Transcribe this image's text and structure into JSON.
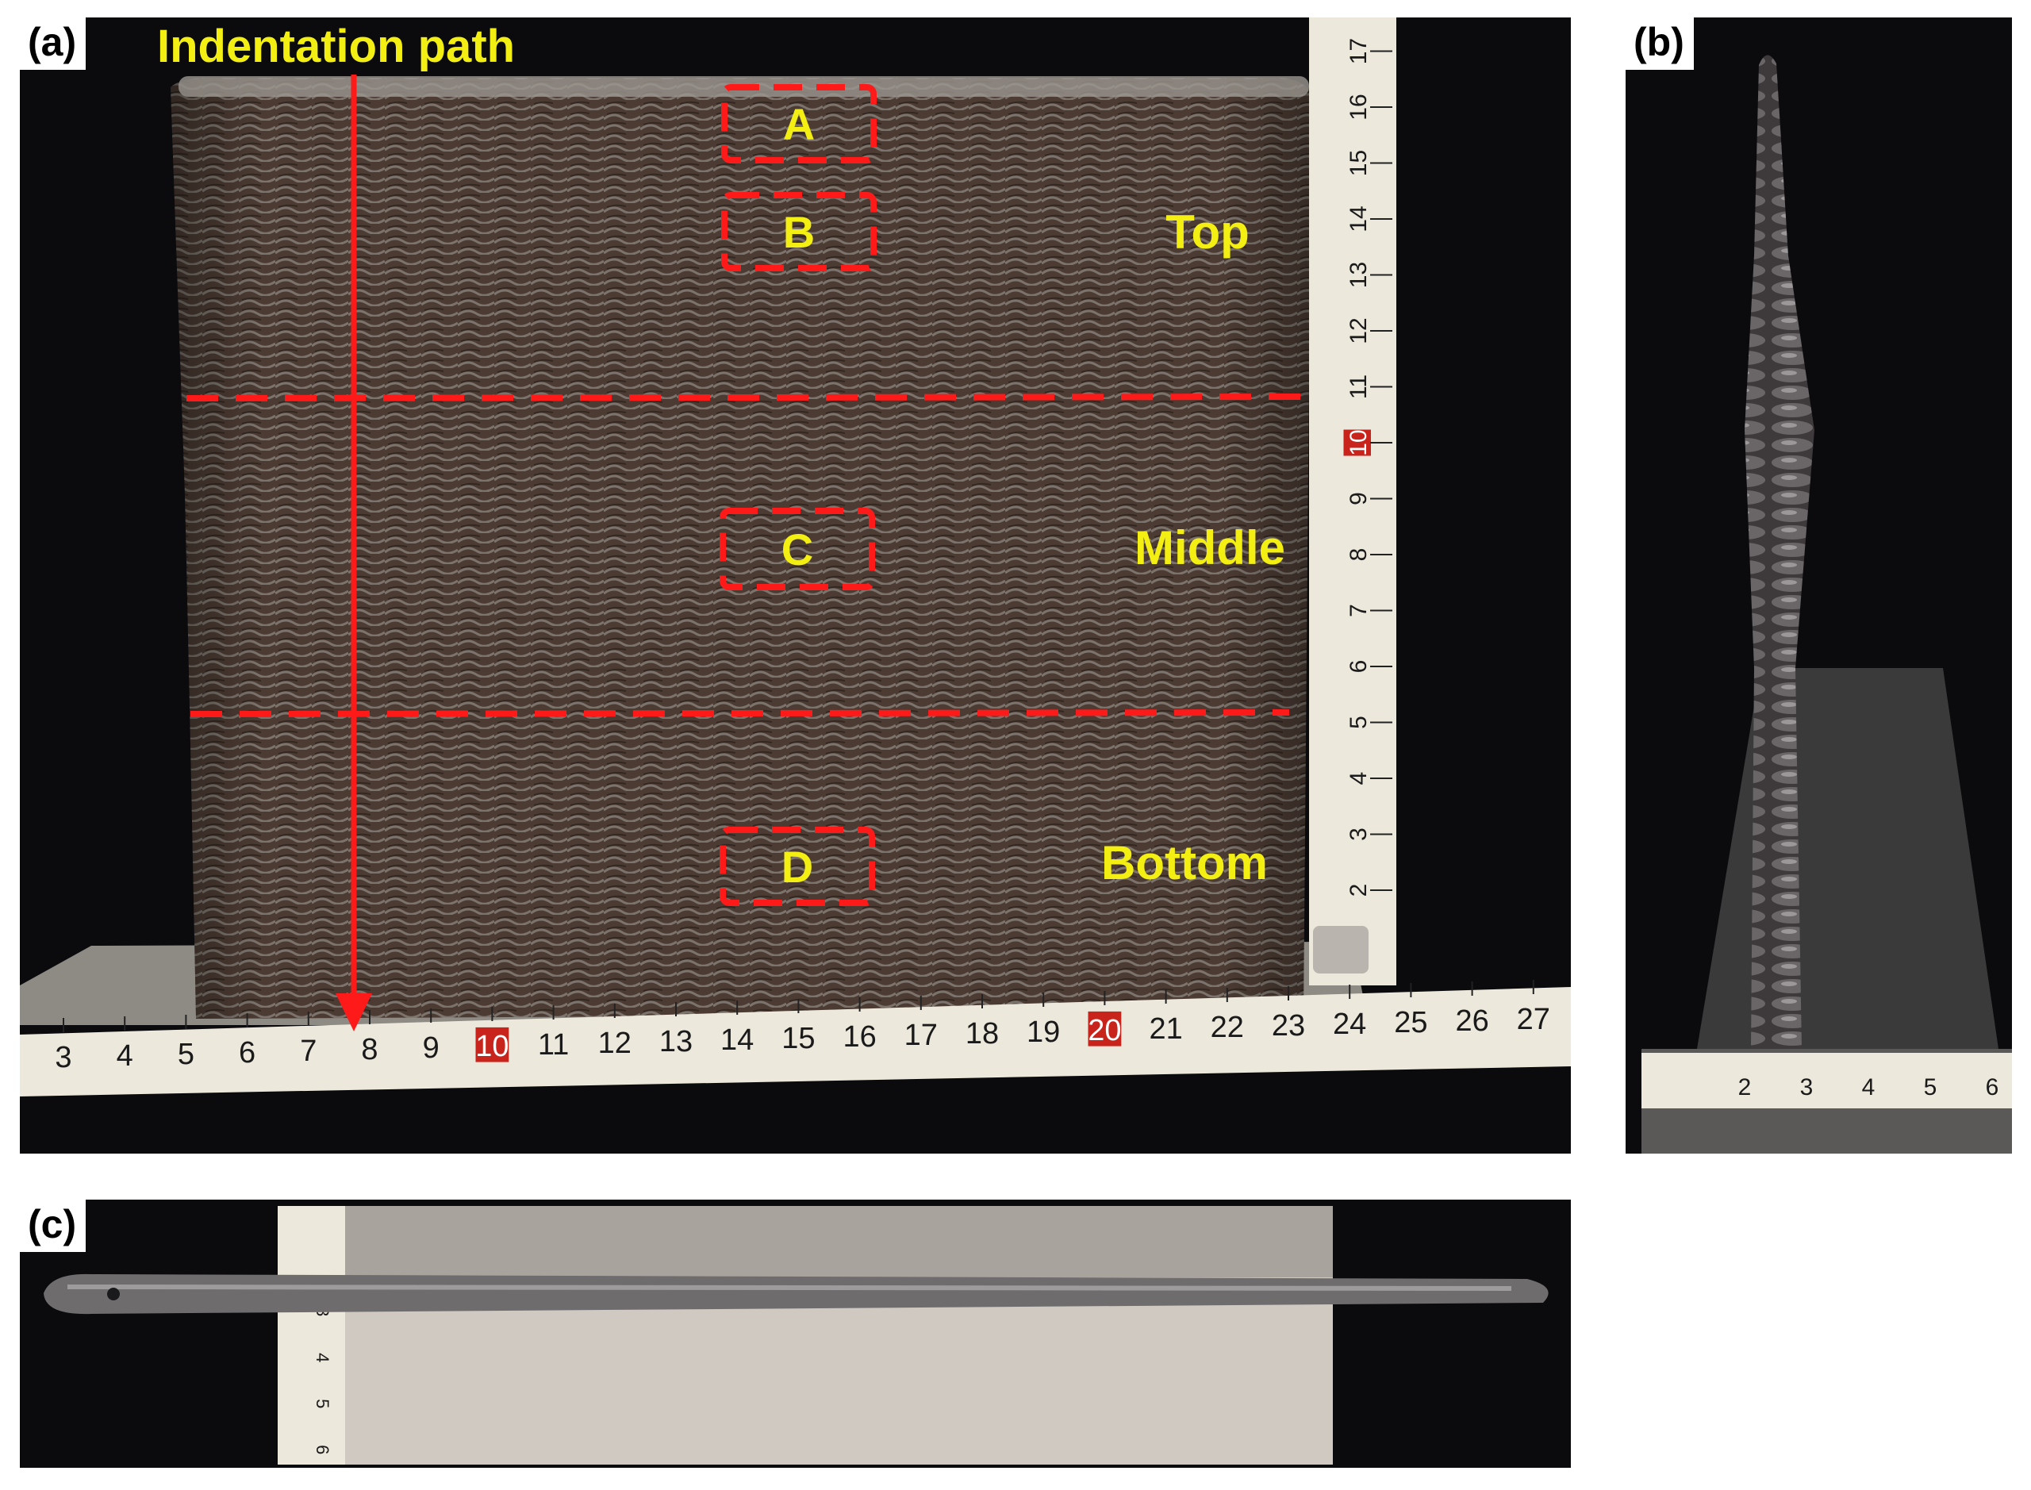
{
  "panels": [
    {
      "label": "(a)"
    },
    {
      "label": "(b)"
    },
    {
      "label": "(c)"
    }
  ],
  "annotations": {
    "indentation_path": "Indentation path",
    "boxes": [
      "A",
      "B",
      "C",
      "D"
    ],
    "regions": [
      "Top",
      "Middle",
      "Bottom"
    ]
  },
  "rulers": {
    "horizontal_a": [
      "3",
      "4",
      "5",
      "6",
      "7",
      "8",
      "9",
      "10",
      "11",
      "12",
      "13",
      "14",
      "15",
      "16",
      "17",
      "18",
      "19",
      "20",
      "21",
      "22",
      "23",
      "24",
      "25",
      "26",
      "27"
    ],
    "vertical_a": [
      "2",
      "3",
      "4",
      "5",
      "6",
      "7",
      "8",
      "9",
      "10",
      "11",
      "12",
      "13",
      "14",
      "15",
      "16",
      "17"
    ],
    "panel_b": [
      "2",
      "3",
      "4",
      "5",
      "6"
    ],
    "panel_c": [
      "3",
      "4",
      "5",
      "6"
    ],
    "highlighted": [
      "10",
      "20"
    ]
  },
  "colors": {
    "annotation_text": "#f4ef12",
    "marker_red": "#ff1a1a",
    "background": "#0a0a0c",
    "wall": "#4a3a32",
    "ruler": "#ece8dc"
  }
}
